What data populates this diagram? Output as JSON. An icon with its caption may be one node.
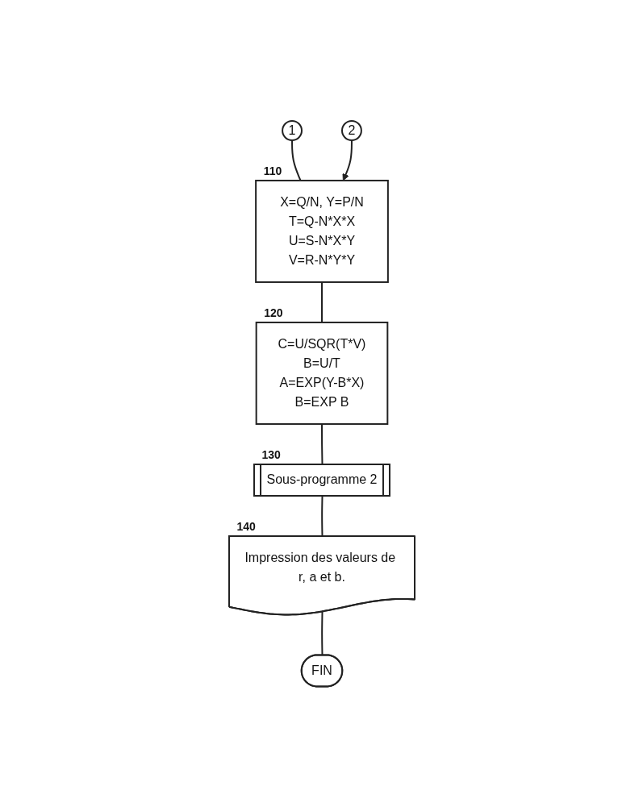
{
  "diagram": {
    "nodes": [
      {
        "text": [
          "1"
        ]
      },
      {
        "text": [
          "2"
        ]
      },
      {
        "text": [
          "X=Q/N, Y=P/N",
          "T=Q-N*X*X",
          "U=S-N*X*Y",
          "V=R-N*Y*Y"
        ],
        "beside": [
          "110"
        ]
      },
      {
        "text": [
          "C=U/SQR(T*V)",
          "B=U/T",
          "A=EXP(Y-B*X)",
          "B=EXP B"
        ],
        "beside": [
          "120"
        ]
      },
      {
        "text": [
          "Sous-programme 2"
        ],
        "beside": [
          "130"
        ]
      },
      {
        "text": [
          "Impression des valeurs de r, a et b."
        ],
        "beside": [
          "140"
        ]
      },
      {
        "text": [
          "FIN"
        ]
      }
    ],
    "edges": [
      {
        "from": 0,
        "to": 2,
        "arrow": "none"
      },
      {
        "from": 1,
        "to": 2,
        "arrow": "to"
      },
      {
        "from": 2,
        "to": 3,
        "arrow": "none"
      },
      {
        "from": 3,
        "to": 4,
        "arrow": "none"
      },
      {
        "from": 4,
        "to": 5,
        "arrow": "none"
      },
      {
        "from": 5,
        "to": 6,
        "arrow": "none"
      }
    ]
  }
}
